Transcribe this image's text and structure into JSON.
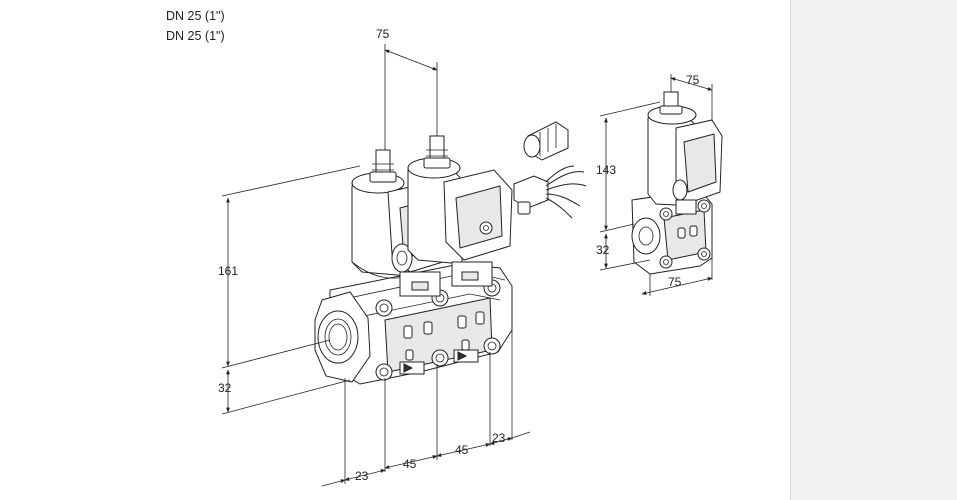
{
  "header": {
    "line1": "DN 25 (1\")",
    "line2": "DN 25 (1\")"
  },
  "dimensions": {
    "top_width_main": "75",
    "height_main": "161",
    "inlet_height_main": "32",
    "bottom_first": "23",
    "bottom_second": "45",
    "bottom_third": "45",
    "bottom_fourth": "23",
    "single_top_width": "75",
    "single_height": "143",
    "single_inlet_height": "32",
    "single_bottom_width": "75"
  },
  "colors": {
    "line": "#222222",
    "background": "#ffffff",
    "side_band": "#f2f2f2"
  }
}
